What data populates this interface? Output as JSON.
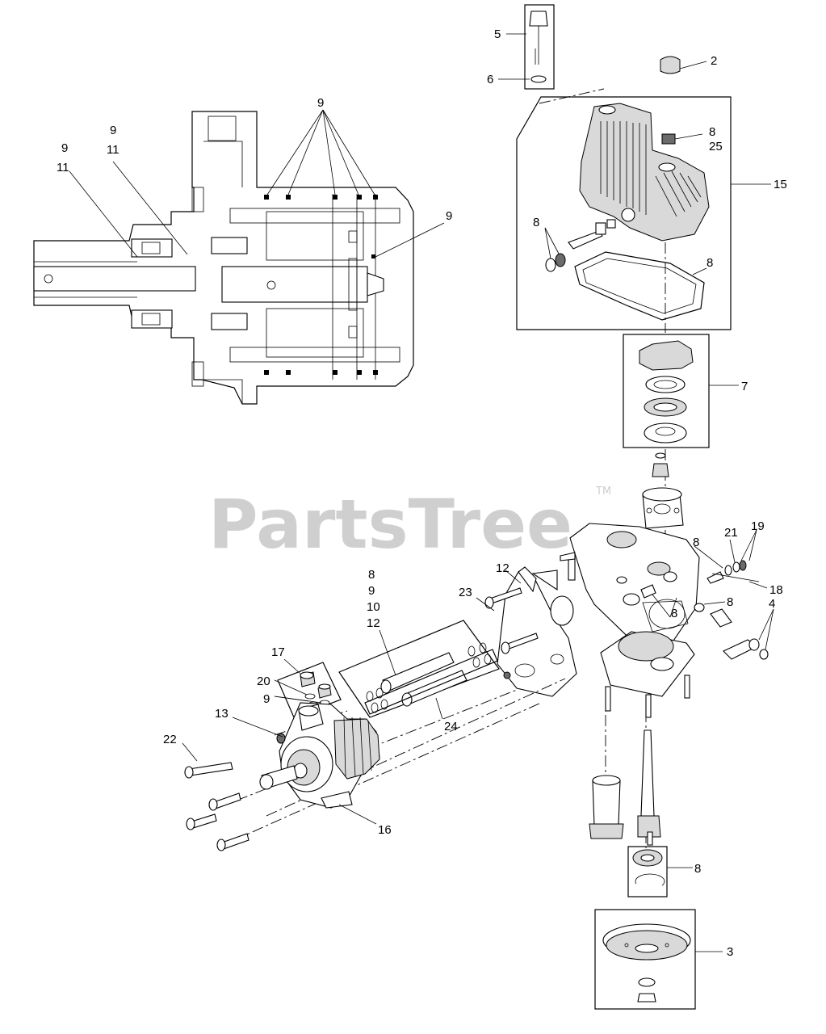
{
  "watermark": {
    "text": "PartsTree",
    "tm": "TM"
  },
  "callouts": {
    "c5": "5",
    "c6": "6",
    "c2": "2",
    "c8a": "8",
    "c25": "25",
    "c15": "15",
    "c8b": "8",
    "c8c": "8",
    "c7": "7",
    "c9top": "9",
    "c9l1": "9",
    "c11l1": "11",
    "c9l2": "9",
    "c11l2": "11",
    "c9r": "9",
    "c8d": "8",
    "c21": "21",
    "c19": "19",
    "c18": "18",
    "c8e": "8",
    "c8f": "8",
    "c4": "4",
    "c12a": "12",
    "c23": "23",
    "stack": [
      "8",
      "9",
      "10",
      "12"
    ],
    "c17": "17",
    "c20": "20",
    "c9m": "9",
    "c13": "13",
    "c22": "22",
    "c24": "24",
    "c16": "16",
    "c8g": "8",
    "c3": "3"
  }
}
